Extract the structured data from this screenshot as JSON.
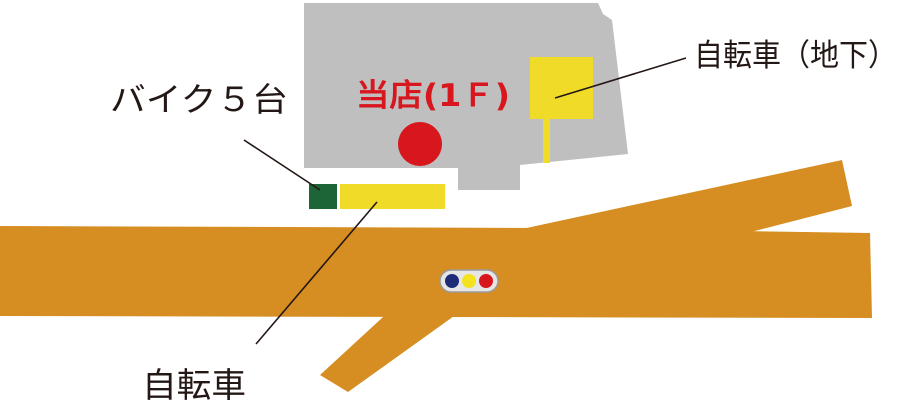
{
  "labels": {
    "bike_parking": "バイク５台",
    "store": "当店(1Ｆ)",
    "bicycle_basement": "自転車（地下）",
    "bicycle": "自転車"
  },
  "colors": {
    "road": "#d68d21",
    "building": "#bfbfbf",
    "store_marker": "#d7161d",
    "store_text": "#d7161d",
    "bicycle_area": "#f0dc28",
    "bike_area": "#1d6437",
    "leader_line": "#231815",
    "signal_blue": "#1e2c78",
    "signal_yellow": "#f5e21e",
    "signal_red": "#d7161d"
  },
  "icons": {
    "store_marker": "red-circle",
    "traffic_signal": "traffic-light"
  }
}
